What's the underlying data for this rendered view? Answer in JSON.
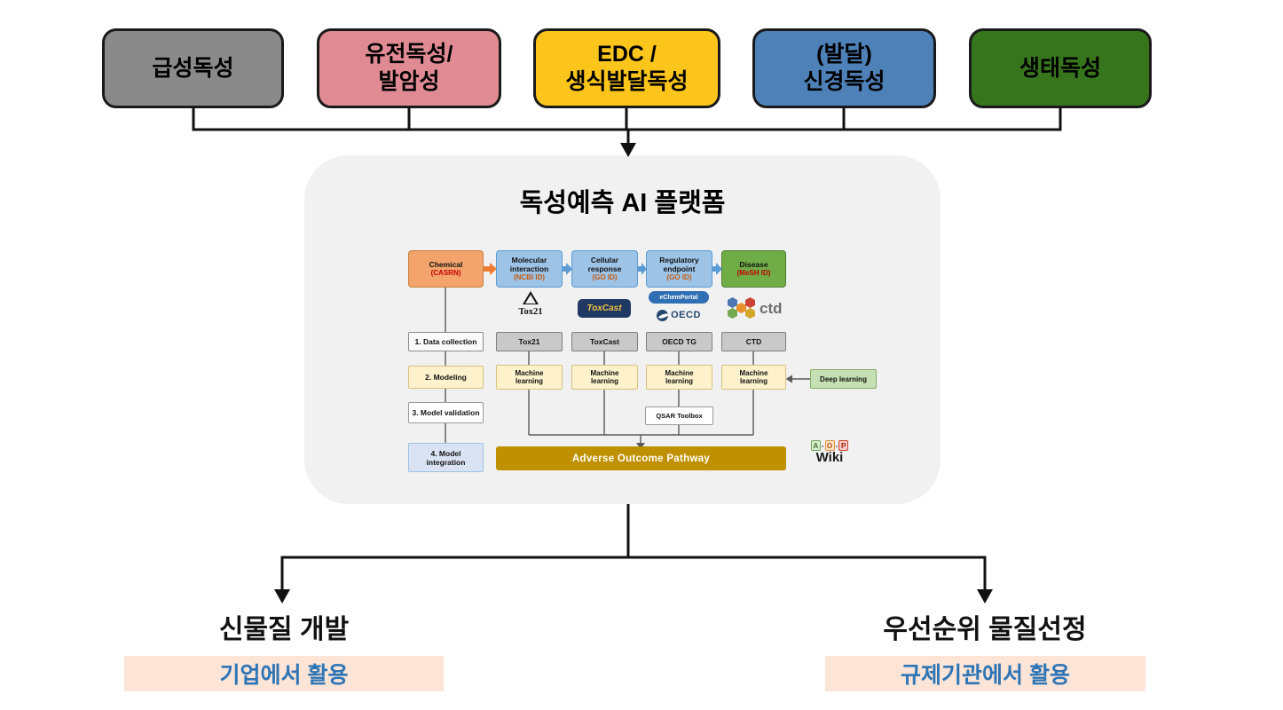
{
  "top_boxes": [
    {
      "lines": [
        "급성독성"
      ],
      "bg": "#8a8a8a"
    },
    {
      "lines": [
        "유전독성/",
        "발암성"
      ],
      "bg": "#e08b93"
    },
    {
      "lines": [
        "EDC /",
        "생식발달독성"
      ],
      "bg": "#fbc51b"
    },
    {
      "lines": [
        "(발달)",
        "신경독성"
      ],
      "bg": "#4e81b8"
    },
    {
      "lines": [
        "생태독성"
      ],
      "bg": "#37751d"
    }
  ],
  "platform": {
    "title": "독성예측 AI 플랫폼",
    "flow": [
      {
        "l1": "Chemical",
        "id": "(CASRN)",
        "bg": "#f2a46c",
        "id_color": "#c00000"
      },
      {
        "l1": "Molecular",
        "l2": "interaction",
        "id": "(NCBI ID)",
        "bg": "#9dc3e6",
        "id_color": "#c55a11"
      },
      {
        "l1": "Cellular",
        "l2": "response",
        "id": "(GO ID)",
        "bg": "#9dc3e6",
        "id_color": "#c55a11"
      },
      {
        "l1": "Regulatory",
        "l2": "endpoint",
        "id": "(GO ID)",
        "bg": "#9dc3e6",
        "id_color": "#c55a11"
      },
      {
        "l1": "Disease",
        "id": "(MeSH ID)",
        "bg": "#70ad47",
        "id_color": "#c00000"
      }
    ],
    "steps": [
      "1. Data collection",
      "2. Modeling",
      "3. Model validation",
      "4. Model integration"
    ],
    "databases": [
      "Tox21",
      "ToxCast",
      "OECD TG",
      "CTD"
    ],
    "ml": {
      "l1": "Machine",
      "l2": "learning"
    },
    "deep_learning": "Deep learning",
    "qsar": "QSAR Toolbox",
    "aop_bar": "Adverse Outcome Pathway",
    "logos": {
      "tox21": "Tox21",
      "toxcast": "ToxCast",
      "echemportal": "eChemPortal",
      "oecd": "OECD",
      "ctd": "ctd"
    },
    "aop_wiki": {
      "letters": [
        "A",
        "O",
        "P"
      ],
      "sep": "-",
      "word": "Wiki"
    }
  },
  "outcomes": {
    "left": {
      "title": "신물질 개발",
      "usage": "기업에서 활용"
    },
    "right": {
      "title": "우선순위 물질선정",
      "usage": "규제기관에서 활용"
    }
  },
  "colors": {
    "platform_bg": "#f1f1f2",
    "aop_bar_bg": "#bf9000",
    "usage_bg": "#fce4d6",
    "usage_text": "#2e75b6",
    "arrow_orange": "#ed7d31",
    "arrow_blue": "#5b9bd5"
  }
}
